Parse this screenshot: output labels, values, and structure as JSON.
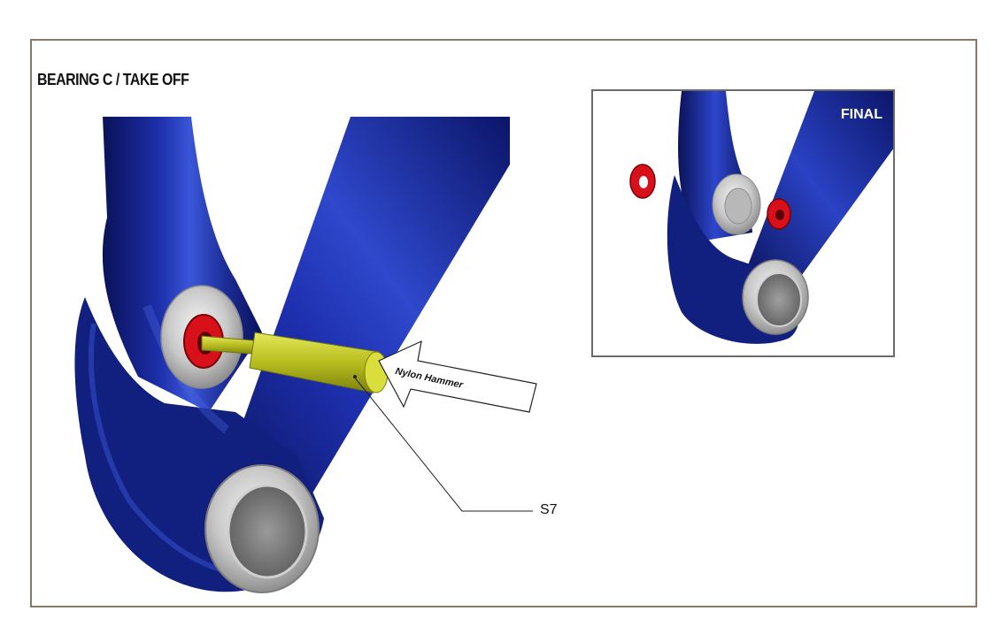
{
  "diagram": {
    "title": "BEARING C / TAKE OFF",
    "inset_label": "FINAL",
    "tool_label": "Nylon Hammer",
    "part_label": "S7"
  },
  "colors": {
    "frame_blue": "#1a2a9a",
    "frame_dark": "#0b1460",
    "bearing_red": "#d8101a",
    "tool_yellow": "#c9cf2a",
    "bearing_silver": "#c8c8c8",
    "border_brown": "#8a7a62"
  }
}
